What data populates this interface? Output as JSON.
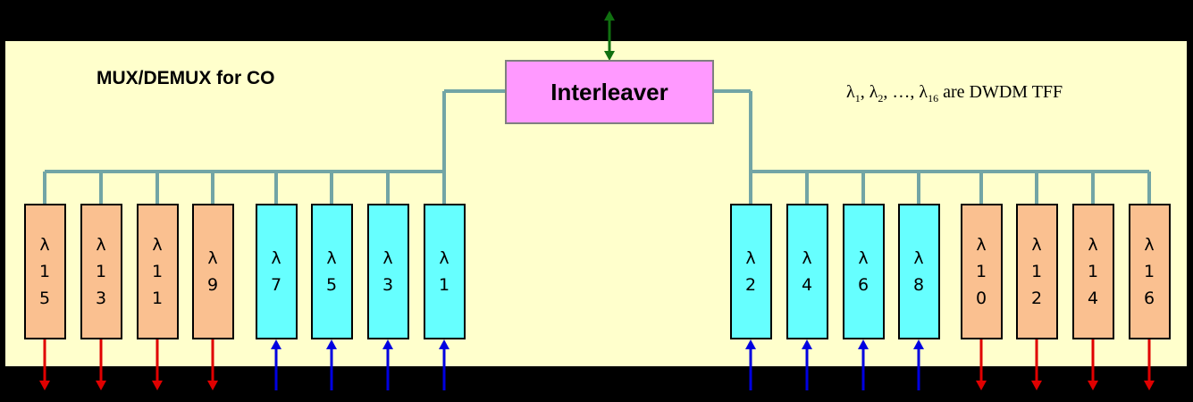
{
  "title": "MUX/DEMUX for CO",
  "interleaver_label": "Interleaver",
  "note": {
    "symbol": "λ",
    "subscripts": [
      "1",
      "2",
      "16"
    ],
    "separator": ", ",
    "ellipsis": "…",
    "suffix": " are DWDM TFF"
  },
  "left_group": [
    {
      "chars": [
        "λ",
        "1",
        "5"
      ],
      "color": "orange",
      "direction": "out"
    },
    {
      "chars": [
        "λ",
        "1",
        "3"
      ],
      "color": "orange",
      "direction": "out"
    },
    {
      "chars": [
        "λ",
        "1",
        "1"
      ],
      "color": "orange",
      "direction": "out"
    },
    {
      "chars": [
        "λ",
        "9"
      ],
      "color": "orange",
      "direction": "out"
    },
    {
      "chars": [
        "λ",
        "7"
      ],
      "color": "cyan",
      "direction": "in"
    },
    {
      "chars": [
        "λ",
        "5"
      ],
      "color": "cyan",
      "direction": "in"
    },
    {
      "chars": [
        "λ",
        "3"
      ],
      "color": "cyan",
      "direction": "in"
    },
    {
      "chars": [
        "λ",
        "1"
      ],
      "color": "cyan",
      "direction": "in"
    }
  ],
  "right_group": [
    {
      "chars": [
        "λ",
        "2"
      ],
      "color": "cyan",
      "direction": "in"
    },
    {
      "chars": [
        "λ",
        "4"
      ],
      "color": "cyan",
      "direction": "in"
    },
    {
      "chars": [
        "λ",
        "6"
      ],
      "color": "cyan",
      "direction": "in"
    },
    {
      "chars": [
        "λ",
        "8"
      ],
      "color": "cyan",
      "direction": "in"
    },
    {
      "chars": [
        "λ",
        "1",
        "0"
      ],
      "color": "orange",
      "direction": "out"
    },
    {
      "chars": [
        "λ",
        "1",
        "2"
      ],
      "color": "orange",
      "direction": "out"
    },
    {
      "chars": [
        "λ",
        "1",
        "4"
      ],
      "color": "orange",
      "direction": "out"
    },
    {
      "chars": [
        "λ",
        "1",
        "6"
      ],
      "color": "orange",
      "direction": "out"
    }
  ],
  "colors": {
    "background": "#000000",
    "panel": "#FFFFCC",
    "interleaver": "#FF99FF",
    "filter_orange": "#FAC090",
    "filter_cyan": "#66FFFF",
    "wire": "#72A5A5",
    "arrow_out": "#E00000",
    "arrow_in": "#0000E0",
    "arrow_common": "#107010"
  }
}
